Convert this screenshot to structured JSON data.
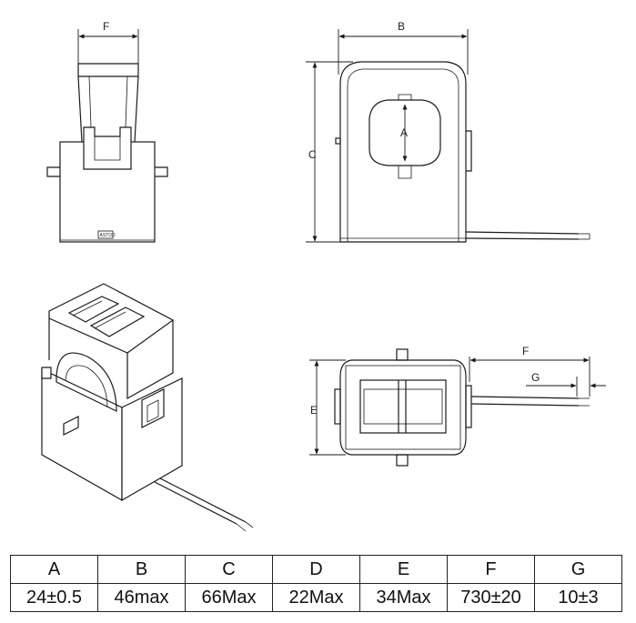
{
  "dimension_letters": {
    "front_width": "F",
    "side_width": "B",
    "side_height": "C",
    "side_window": "A",
    "top_height": "E",
    "top_lead": "F",
    "top_lead_strip": "G"
  },
  "part_marking": "ASTOD",
  "spec_table": {
    "headers": [
      "A",
      "B",
      "C",
      "D",
      "E",
      "F",
      "G"
    ],
    "values": [
      "24±0.5",
      "46max",
      "66Max",
      "22Max",
      "34Max",
      "730±20",
      "10±3"
    ]
  }
}
